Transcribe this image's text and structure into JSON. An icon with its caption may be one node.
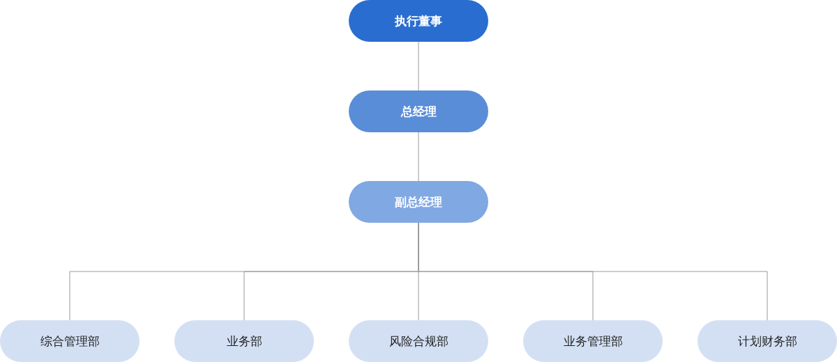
{
  "diagram": {
    "nodes": [
      {
        "text": [
          "执行董事"
        ]
      },
      {
        "text": [
          "总经理"
        ]
      },
      {
        "text": [
          "副总经理"
        ]
      },
      {
        "text": [
          "综合管理部"
        ]
      },
      {
        "text": [
          "业务部"
        ]
      },
      {
        "text": [
          "风险合规部"
        ]
      },
      {
        "text": [
          "业务管理部"
        ]
      },
      {
        "text": [
          "计划财务部"
        ]
      }
    ],
    "edges": [
      {
        "from": 0,
        "to": 1,
        "arrow": "none"
      },
      {
        "from": 1,
        "to": 2,
        "arrow": "none"
      },
      {
        "from": 2,
        "to": 3,
        "arrow": "none"
      },
      {
        "from": 2,
        "to": 4,
        "arrow": "none"
      },
      {
        "from": 2,
        "to": 5,
        "arrow": "none"
      },
      {
        "from": 2,
        "to": 6,
        "arrow": "none"
      },
      {
        "from": 2,
        "to": 7,
        "arrow": "none"
      }
    ]
  }
}
